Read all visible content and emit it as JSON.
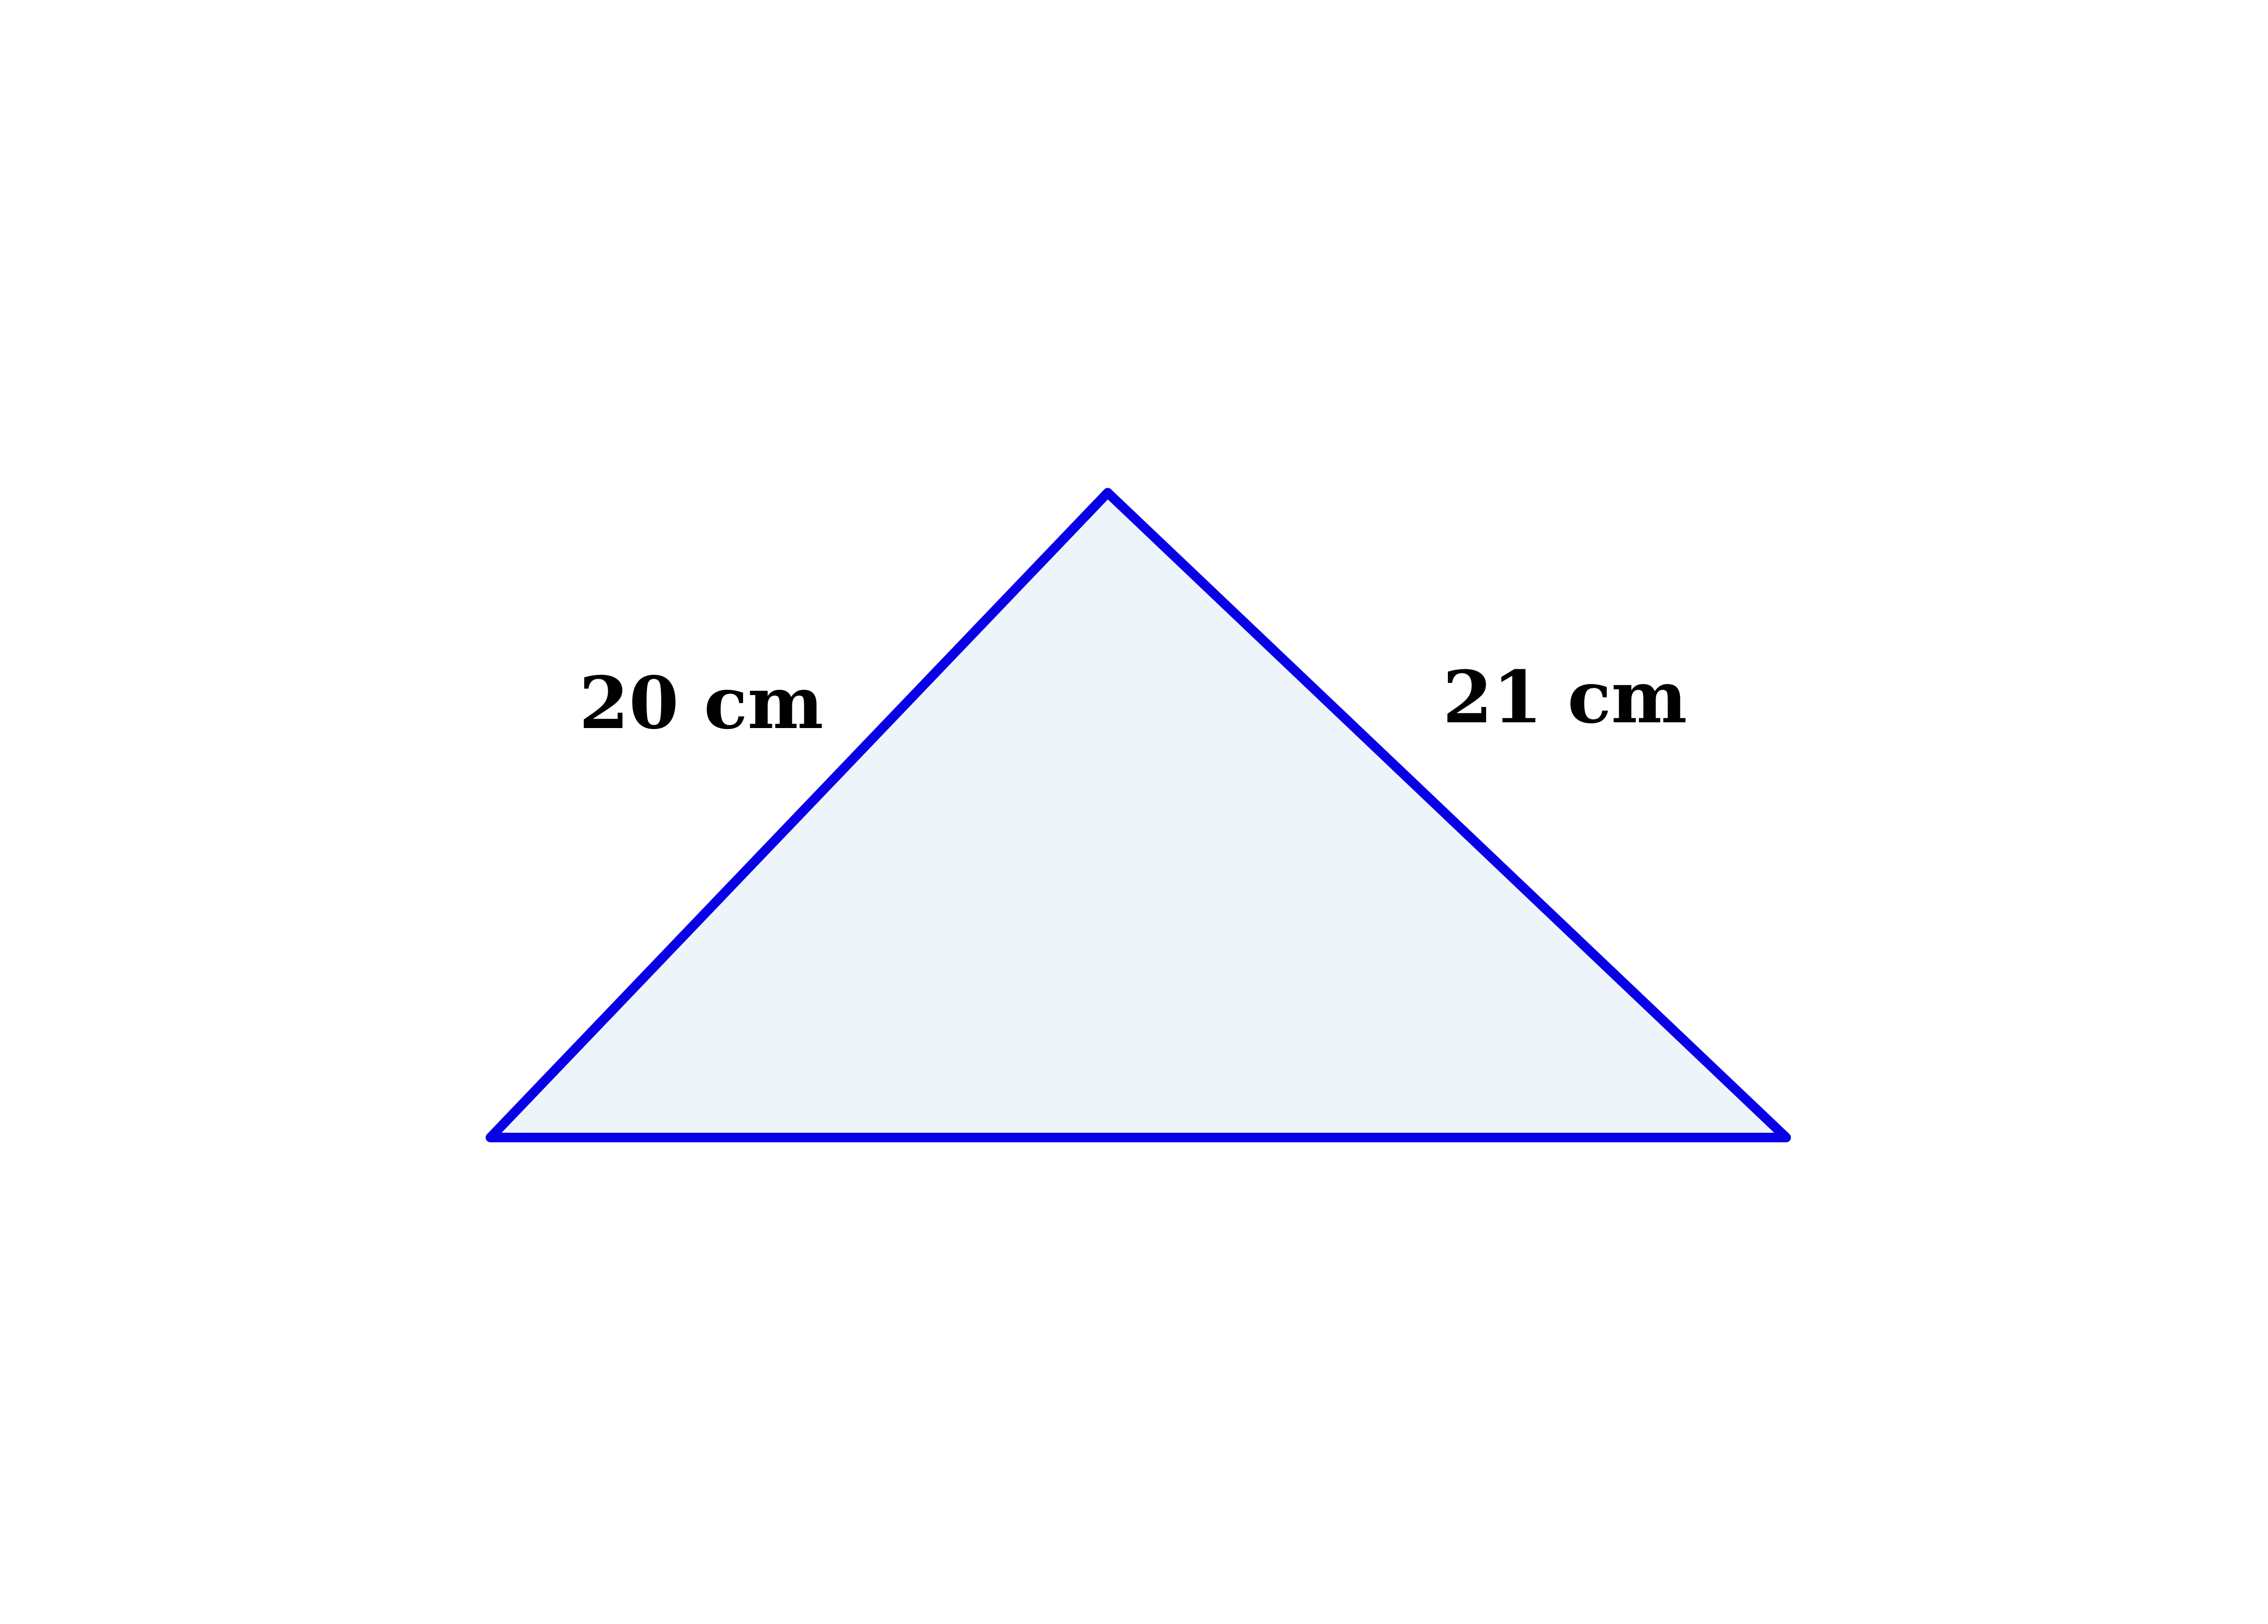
{
  "diagram": {
    "shape": "triangle",
    "labels": {
      "left_side": "20 cm",
      "right_side": "21 cm"
    },
    "colors": {
      "stroke": "#0a00e6",
      "fill": "#edf5fb",
      "label": "#000000",
      "background": "#ffffff"
    }
  }
}
